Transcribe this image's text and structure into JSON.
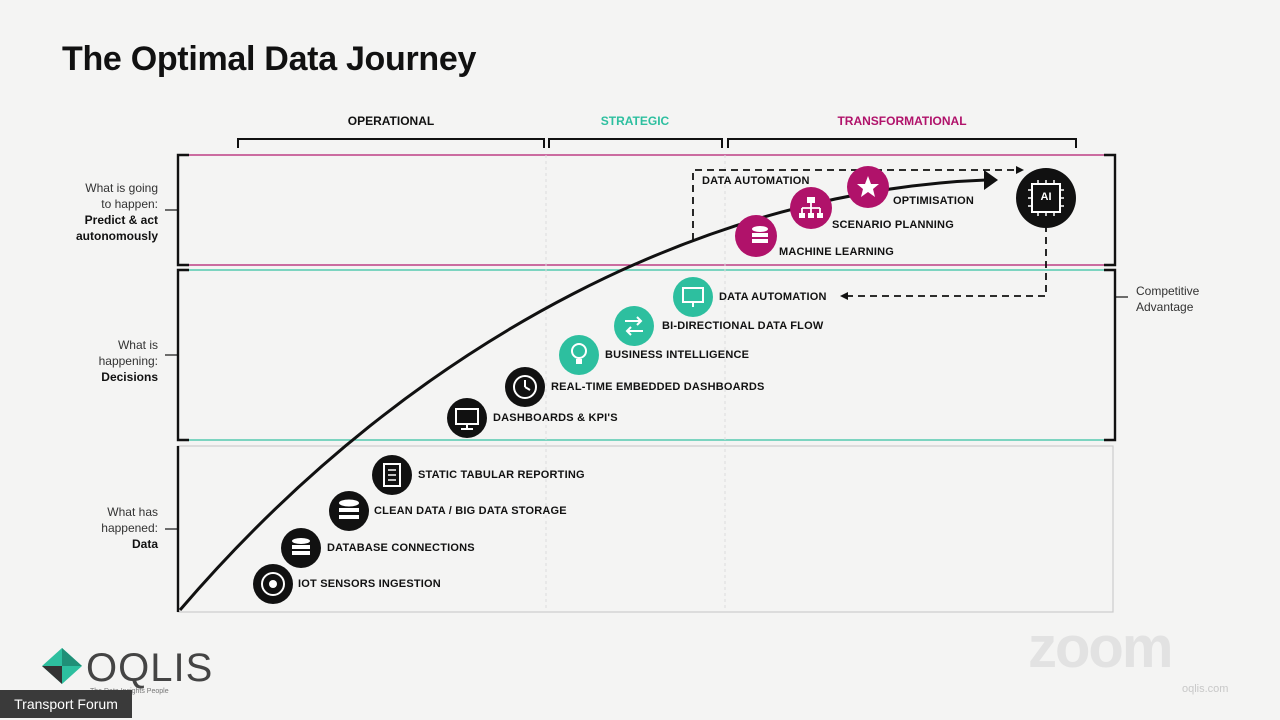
{
  "title": "The Optimal Data Journey",
  "phases": [
    "OPERATIONAL",
    "STRATEGIC",
    "TRANSFORMATIONAL"
  ],
  "rows": [
    {
      "line1": "What is going",
      "line2": "to happen:",
      "bold1": "Predict & act",
      "bold2": "autonomously"
    },
    {
      "line1": "What is",
      "line2": "happening:",
      "bold1": "Decisions"
    },
    {
      "line1": "What has",
      "line2": "happened:",
      "bold1": "Data"
    }
  ],
  "steps": {
    "iot": "IOT SENSORS INGESTION",
    "db": "DATABASE CONNECTIONS",
    "clean": "CLEAN DATA / BIG DATA STORAGE",
    "static": "STATIC TABULAR REPORTING",
    "dash": "DASHBOARDS & KPI'S",
    "realtime": "REAL-TIME EMBEDDED DASHBOARDS",
    "bi": "BUSINESS INTELLIGENCE",
    "bidir": "BI-DIRECTIONAL DATA FLOW",
    "automation": "DATA AUTOMATION",
    "ml": "MACHINE LEARNING",
    "scenario": "SCENARIO PLANNING",
    "optim": "OPTIMISATION",
    "automation_top": "DATA AUTOMATION"
  },
  "ai_chip": "AI",
  "side": {
    "line1": "Competitive",
    "line2": "Advantage"
  },
  "logo": {
    "name": "OQLIS",
    "tagline": "The Data Insights People"
  },
  "watermark": {
    "name": "zoom",
    "sub": "oqlis.com"
  },
  "participant": "Transport Forum",
  "colors": {
    "teal": "#2dbf9f",
    "magenta": "#b0126a",
    "black": "#111111"
  }
}
